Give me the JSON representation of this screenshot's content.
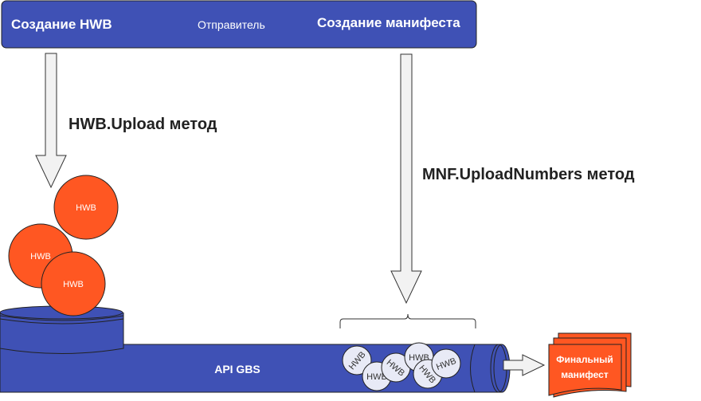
{
  "header": {
    "left": "Создание HWB",
    "center": "Отправитель",
    "right": "Создание манифеста"
  },
  "labels": {
    "hwb_method": "HWB.Upload метод",
    "mnf_method": "MNF.UploadNumbers метод",
    "api": "API GBS"
  },
  "hwb_label": "HWB",
  "final_doc": {
    "line1": "Финальный",
    "line2": "манифест"
  },
  "colors": {
    "blue": "#3f51b5",
    "orange": "#ff5722",
    "bubble": "#e8eaf6"
  }
}
